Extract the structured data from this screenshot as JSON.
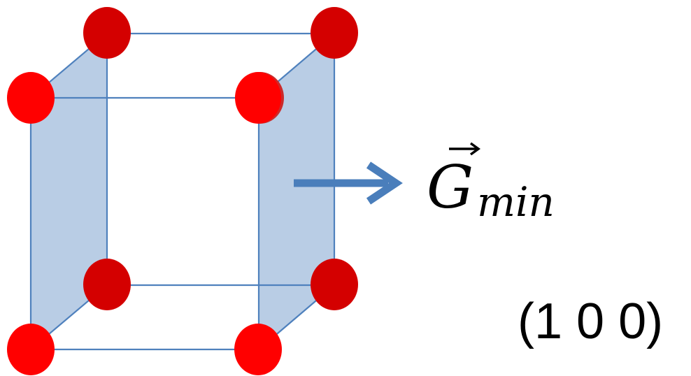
{
  "colors": {
    "edge": "#4f81bd",
    "plane": "#b9cde5",
    "arrow": "#4a7ebb",
    "atom_front": "#ff0000",
    "atom_back": "#d40000",
    "text": "#000000"
  },
  "vector_label": {
    "symbol": "G",
    "subscript": "min",
    "accent": "vector-arrow"
  },
  "miller_index": "(1 0 0)"
}
